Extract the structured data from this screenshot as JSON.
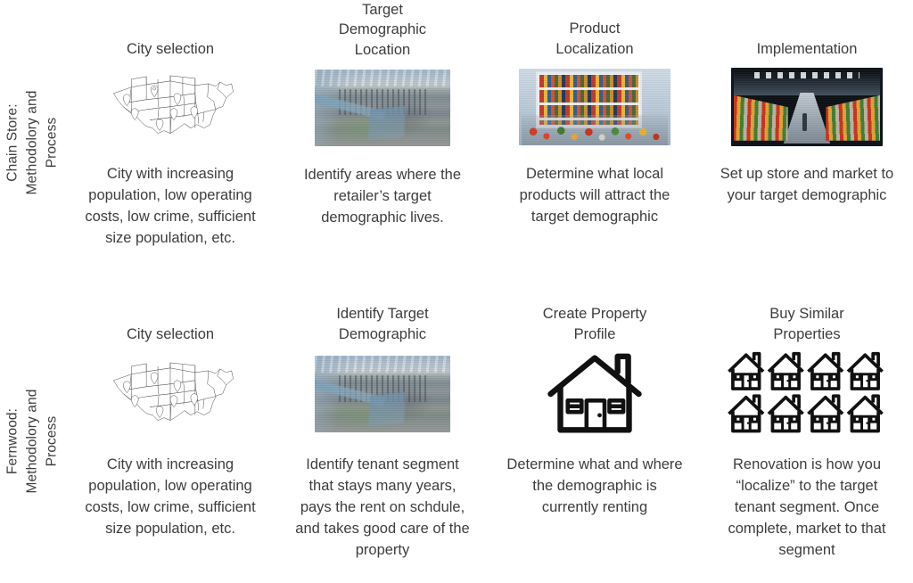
{
  "rows": [
    {
      "side_label": {
        "line1": "Chain Store:",
        "line2": "Methodolory and",
        "line3": "Process"
      },
      "cells": [
        {
          "title": "City selection",
          "media": "us-map-with-location-pins",
          "body": "City with increasing population, low operating costs, low crime, sufficient size population, etc."
        },
        {
          "title": "Target\nDemographic\nLocation",
          "media": "aerial-city-photo",
          "body": "Identify areas where the retailer’s target demographic lives."
        },
        {
          "title": "Product\nLocalization",
          "media": "grocery-shelf-photo",
          "body": "Determine what local products will attract the target demographic"
        },
        {
          "title": "Implementation",
          "media": "store-interior-photo",
          "body": "Set up store and market to your target demographic"
        }
      ]
    },
    {
      "side_label": {
        "line1": "Fernwood:",
        "line2": "Methodolory and",
        "line3": "Process"
      },
      "cells": [
        {
          "title": "City selection",
          "media": "us-map-with-location-pins",
          "body": "City with increasing population, low operating costs, low crime, sufficient size population, etc."
        },
        {
          "title": "Identify Target\nDemographic",
          "media": "aerial-city-photo",
          "body": "Identify tenant segment that stays many years, pays the rent on schdule, and takes good care of the property"
        },
        {
          "title": "Create Property\nProfile",
          "media": "house-icon",
          "body": "Determine what and where the demographic is currently renting"
        },
        {
          "title": "Buy Similar\nProperties",
          "media": "house-grid-icon",
          "body": "Renovation is how you “localize” to the target tenant segment. Once complete, market to that segment"
        }
      ]
    }
  ],
  "colors": {
    "text": "#3d3d3d",
    "pin": "#d2231f",
    "map_stroke": "#4a4a4a",
    "icon_stroke": "#111111",
    "background": "#ffffff"
  }
}
